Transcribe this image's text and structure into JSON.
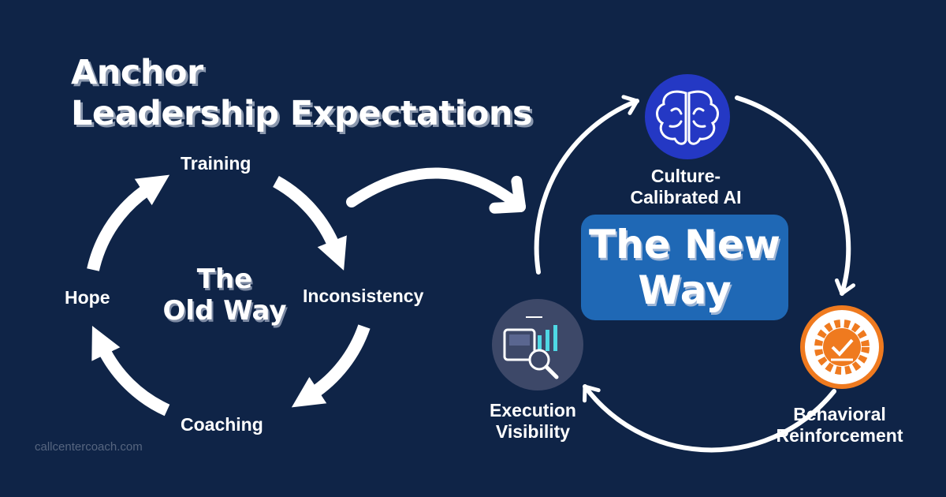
{
  "title": {
    "line1": "Anchor",
    "line2": "Leadership Expectations"
  },
  "old_way": {
    "center_line1": "The",
    "center_line2": "Old Way",
    "steps": [
      "Training",
      "Inconsistency",
      "Coaching",
      "Hope"
    ]
  },
  "new_way": {
    "center_line1": "The New",
    "center_line2": "Way",
    "steps": [
      {
        "line1": "Culture-",
        "line2": "Calibrated AI",
        "icon": "brain-icon",
        "color": "#2438c4"
      },
      {
        "line1": "Behavioral",
        "line2": "Reinforcement",
        "icon": "gear-check-icon",
        "color": "#ef7a1f"
      },
      {
        "line1": "Execution",
        "line2": "Visibility",
        "icon": "dashboard-magnifier-icon",
        "color": "#3d4868"
      }
    ]
  },
  "watermark": "callcentercoach.com",
  "colors": {
    "background": "#0f2447",
    "box": "#1f68b5"
  }
}
